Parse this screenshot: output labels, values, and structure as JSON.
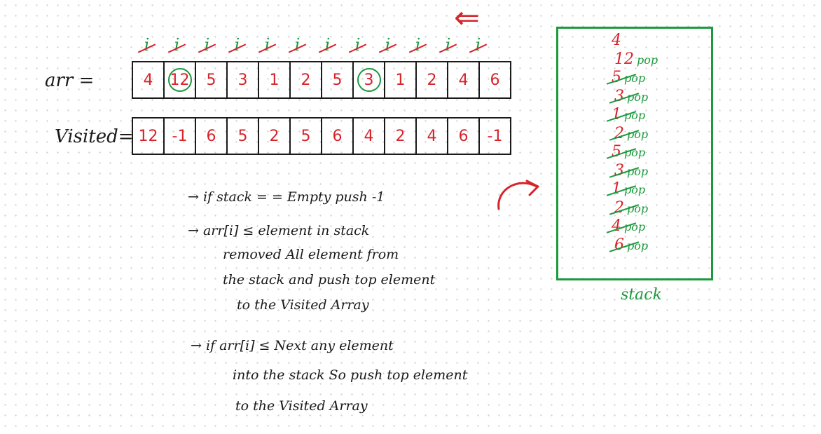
{
  "arrow_top": "⇐",
  "index_marks": [
    "i",
    "i",
    "i",
    "i",
    "i",
    "i",
    "i",
    "i",
    "i",
    "i",
    "i",
    "i"
  ],
  "arr": {
    "label": "arr =",
    "values": [
      "4",
      "12",
      "5",
      "3",
      "1",
      "2",
      "5",
      "3",
      "1",
      "2",
      "4",
      "6"
    ],
    "circled": [
      1,
      7
    ]
  },
  "visited": {
    "label": "Visited=",
    "values": [
      "12",
      "-1",
      "6",
      "5",
      "2",
      "5",
      "6",
      "4",
      "2",
      "4",
      "6",
      "-1"
    ]
  },
  "notes": [
    "→ if stack = = Empty push -1",
    "→ arr[i] ≤ element in stack",
    "removed All element from",
    "the stack and push top element",
    "to the Visited Array",
    "→ if arr[i] ≤ Next any element",
    "into the stack So push top element",
    "to the Visited Array"
  ],
  "stack": {
    "caption": "stack",
    "items": [
      {
        "value": "4",
        "pop": "",
        "struck": false,
        "color": "red"
      },
      {
        "value": "12",
        "pop": "pop",
        "struck": false,
        "color": "red"
      },
      {
        "value": "5",
        "pop": "pop",
        "struck": true,
        "color": "red"
      },
      {
        "value": "3",
        "pop": "pop",
        "struck": true,
        "color": "red"
      },
      {
        "value": "1",
        "pop": "pop",
        "struck": true,
        "color": "red"
      },
      {
        "value": "2",
        "pop": "pop",
        "struck": true,
        "color": "red"
      },
      {
        "value": "5",
        "pop": "pop",
        "struck": true,
        "color": "red"
      },
      {
        "value": "3",
        "pop": "pop",
        "struck": true,
        "color": "red"
      },
      {
        "value": "1",
        "pop": "pop",
        "struck": true,
        "color": "red"
      },
      {
        "value": "2",
        "pop": "pop",
        "struck": true,
        "color": "red"
      },
      {
        "value": "4",
        "pop": "pop",
        "struck": true,
        "color": "red"
      },
      {
        "value": "6",
        "pop": "pop",
        "struck": true,
        "color": "red"
      }
    ]
  },
  "colors": {
    "red": "#d6242b",
    "green": "#1a9a3c",
    "black": "#1a1a1a",
    "dot": "#cfd3d8"
  }
}
